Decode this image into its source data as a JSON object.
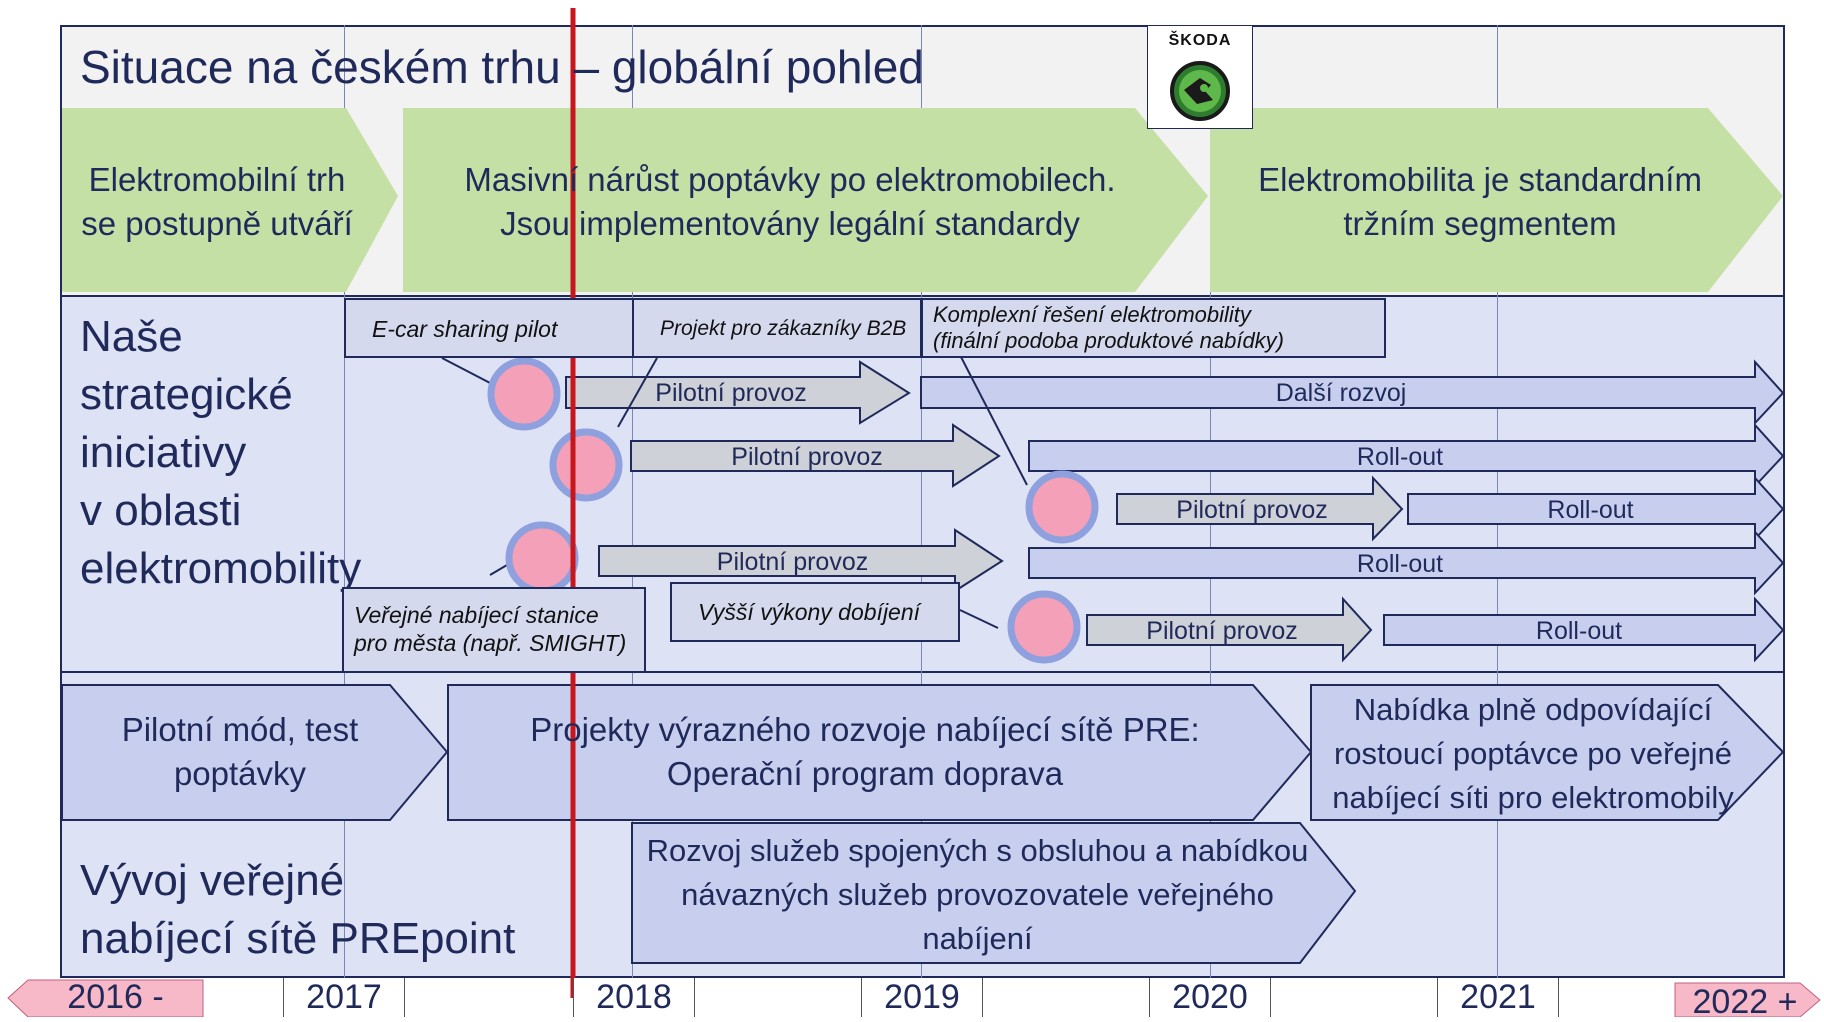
{
  "title": "Situace na českém trhu – globální pohled",
  "logo": {
    "brand": "ŠKODA",
    "icon": "skoda-arrow-logo-icon"
  },
  "market_phases": [
    {
      "line1": "Elektromobilní trh",
      "line2": "se postupně utváří"
    },
    {
      "line1": "Masivní nárůst poptávky po elektromobilech.",
      "line2": "Jsou implementovány legální standardy"
    },
    {
      "line1": "Elektromobilita je standardním",
      "line2": "tržním segmentem"
    }
  ],
  "strategic": {
    "label_lines": [
      "Naše",
      "strategické",
      "iniciativy",
      "v oblasti",
      "elektromobility"
    ],
    "boxes": [
      {
        "text1": "E-car sharing pilot",
        "text2": ""
      },
      {
        "text1": "Projekt pro zákazníky B2B",
        "text2": ""
      },
      {
        "text1": "Komplexní řešení elektromobility",
        "text2": "(finální podoba produktové nabídky)"
      },
      {
        "text1": "Veřejné nabíjecí stanice",
        "text2": "pro města (např. SMIGHT)"
      },
      {
        "text1": "Vyšší výkony dobíjení",
        "text2": ""
      }
    ],
    "arrows": {
      "pilot": "Pilotní provoz",
      "dalsi": "Další rozvoj",
      "rollout": "Roll-out"
    }
  },
  "network": {
    "label_lines": [
      "Vývoj veřejné",
      "nabíjecí sítě PREpoint"
    ],
    "phases": [
      {
        "line1": "Pilotní mód, test",
        "line2": "poptávky",
        "line3": ""
      },
      {
        "line1": "Projekty výrazného rozvoje nabíjecí sítě PRE:",
        "line2": "Operační program doprava",
        "line3": ""
      },
      {
        "line1": "Nabídka plně odpovídající",
        "line2": "rostoucí poptávce po veřejné",
        "line3": "nabíjecí síti pro elektromobily"
      }
    ],
    "services": {
      "line1": "Rozvoj služeb spojených s obsluhou a nabídkou",
      "line2": "návazných služeb provozovatele veřejného",
      "line3": "nabíjení"
    }
  },
  "timeline": {
    "years": [
      "2016 -",
      "2017",
      "2018",
      "2019",
      "2020",
      "2021",
      "2022 +"
    ]
  },
  "colors": {
    "navy": "#1f2a5a",
    "phase_green": "#c5e0a4",
    "band_blue": "#dde2f5",
    "arrow_blue": "#c8cfee",
    "arrow_gray": "#cfd1d8",
    "marker_pink": "#f4a0b8",
    "marker_ring": "#8ea0dd",
    "today_red": "#c8161d",
    "year_pink": "#f7b8c8"
  }
}
